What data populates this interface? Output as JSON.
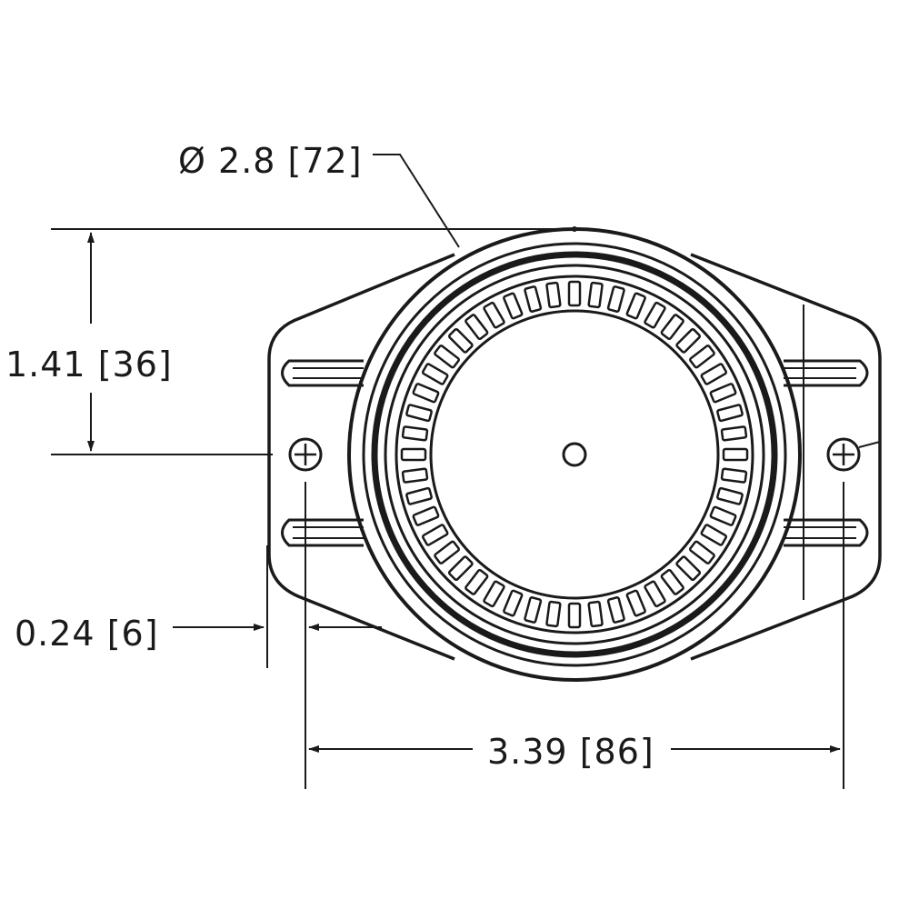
{
  "dimensions": {
    "diameter": {
      "symbol": "Ø",
      "value": "2.8",
      "bracket": "[72]"
    },
    "height": {
      "value": "1.41",
      "bracket": "[36]"
    },
    "offset": {
      "value": "0.24",
      "bracket": "[6]"
    },
    "width": {
      "value": "3.39",
      "bracket": "[86]"
    }
  },
  "colors": {
    "line": "#1a1a1a",
    "background": "#ffffff"
  },
  "lens_segment_count": 48
}
